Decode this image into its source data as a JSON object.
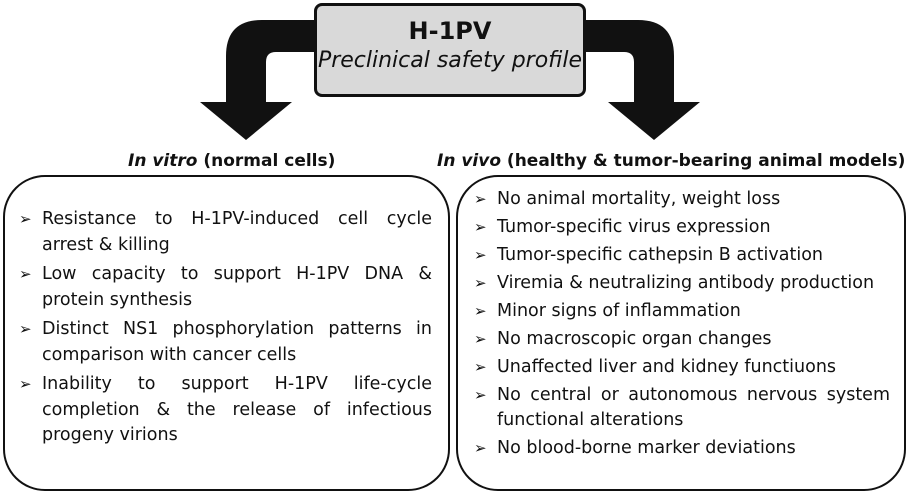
{
  "header": {
    "title": "H-1PV",
    "subtitle": "Preclinical safety profile"
  },
  "left": {
    "heading_italic": "In vitro",
    "heading_rest": " (normal cells)",
    "items": [
      "Resistance to H-1PV-induced cell cycle arrest & killing",
      "Low capacity to support H-1PV DNA & protein synthesis",
      "Distinct NS1 phosphorylation patterns in comparison with cancer cells",
      "Inability to support H-1PV life-cycle completion & the release of infectious progeny virions"
    ]
  },
  "right": {
    "heading_italic": "In vivo",
    "heading_rest": " (healthy & tumor-bearing animal models)",
    "items": [
      "No animal mortality, weight loss",
      "Tumor-specific virus expression",
      "Tumor-specific cathepsin B activation",
      "Viremia & neutralizing antibody production",
      "Minor signs of inflammation",
      "No macroscopic organ changes",
      "Unaffected liver and kidney functiuons",
      "No central or autonomous nervous system functional alterations",
      "No blood-borne marker deviations"
    ]
  },
  "bullet_glyph": "➢"
}
